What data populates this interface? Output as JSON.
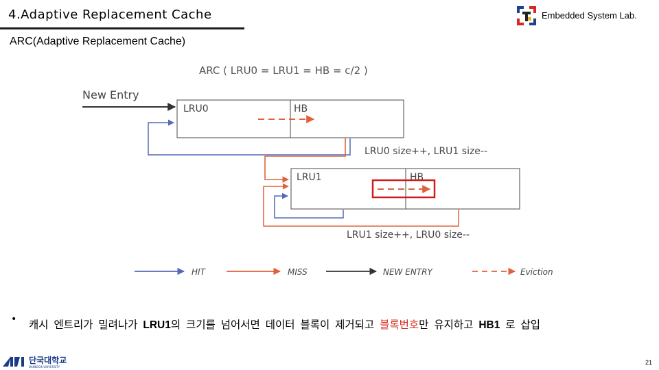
{
  "header": {
    "title": "4.Adaptive Replacement Cache",
    "lab_name": "Embedded System Lab."
  },
  "section_title": "ARC(Adaptive Replacement Cache)",
  "diagram": {
    "formula": "ARC  ( LRU0 = LRU1 = HB = c/2 )",
    "new_entry_label": "New Entry",
    "lru0_label": "LRU0",
    "hb_top_label": "HB",
    "lru1_label": "LRU1",
    "hb_bottom_label": "HB",
    "note_lru0": "LRU0 size++, LRU1 size--",
    "note_lru1": "LRU1 size++, LRU0 size--",
    "colors": {
      "hit": "#5469b8",
      "miss": "#e2603a",
      "new_entry": "#333333",
      "eviction": "#e2603a",
      "highlight": "#d21c1c"
    }
  },
  "legend": {
    "hit": "HIT",
    "miss": "MISS",
    "new_entry": "NEW ENTRY",
    "eviction": "Eviction"
  },
  "bullet": {
    "part1": "캐시 엔트리가 밀려나가 ",
    "part2": "LRU1",
    "part3": "의 크기를 넘어서면 데이터 블록이 제거되고 ",
    "part4": "블록번호",
    "part5": "만 유지하고 ",
    "part6": "HB1",
    "part7": " 로 삽입"
  },
  "footer": {
    "university": "단국대학교",
    "university_en": "DANKOOK UNIVERSITY",
    "page_number": "21"
  }
}
